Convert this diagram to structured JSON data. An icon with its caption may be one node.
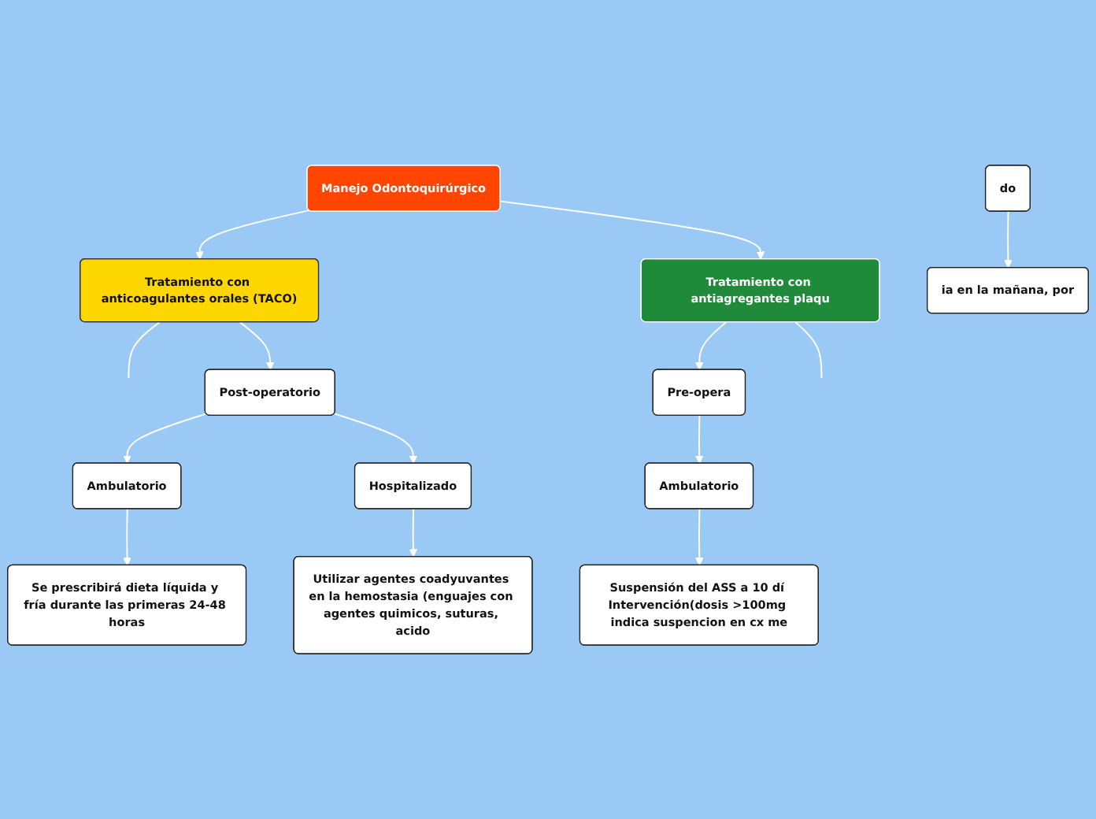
{
  "diagram": {
    "nodes": [
      {
        "text": [
          "Manejo Odontoquirúrgico"
        ]
      },
      {
        "text": [
          "Tratamiento con anticoagulantes orales (TACO)"
        ]
      },
      {
        "text": [
          "do"
        ]
      },
      {
        "text": [
          "ia en la mañana, por"
        ]
      },
      {
        "text": [
          "Post-operatorio"
        ]
      },
      {
        "text": [
          "Ambulatorio"
        ]
      },
      {
        "text": [
          "Se prescribirá dieta líquida y fría durante las primeras 24-48 horas"
        ]
      },
      {
        "text": [
          "Hospitalizado"
        ]
      },
      {
        "text": [
          "Utilizar agentes coadyuvantes en la hemostasia (enguajes con agentes quimicos, suturas, acido"
        ]
      },
      {
        "text": [
          "Tratamiento con antiagregantes plaqu"
        ]
      },
      {
        "text": [
          "Pre-opera"
        ]
      },
      {
        "text": [
          "Ambulatorio"
        ]
      },
      {
        "text": [
          "Suspensión del ASS a 10 dí Intervención(dosis >100mg indica suspencion en cx me"
        ]
      }
    ],
    "edges": [
      {
        "from": 0,
        "to": 1,
        "arrow": "to"
      },
      {
        "from": 0,
        "to": 9,
        "arrow": "to"
      },
      {
        "from": 1,
        "to": null,
        "arrow": "none"
      },
      {
        "from": 2,
        "to": 3,
        "arrow": "to"
      },
      {
        "from": 1,
        "to": 4,
        "arrow": "to"
      },
      {
        "from": 4,
        "to": 5,
        "arrow": "to"
      },
      {
        "from": 4,
        "to": 7,
        "arrow": "to"
      },
      {
        "from": 5,
        "to": 6,
        "arrow": "to"
      },
      {
        "from": 7,
        "to": 8,
        "arrow": "to"
      },
      {
        "from": 9,
        "to": 10,
        "arrow": "to"
      },
      {
        "from": 9,
        "to": null,
        "arrow": "none"
      },
      {
        "from": 10,
        "to": 11,
        "arrow": "to"
      },
      {
        "from": 11,
        "to": 12,
        "arrow": "to"
      }
    ]
  }
}
